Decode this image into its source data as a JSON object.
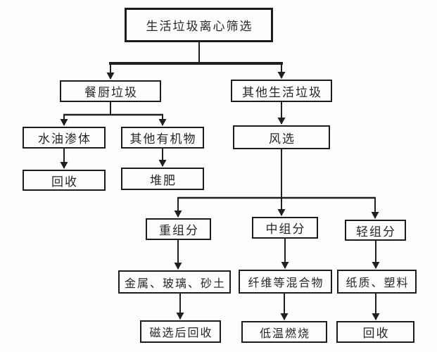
{
  "diagram": {
    "nodes": {
      "root": "生活垃圾离心筛选",
      "kitchen": "餐厨垃圾",
      "other_waste": "其他生活垃圾",
      "water_oil": "水油渗体",
      "other_organic": "其他有机物",
      "air_classify": "风选",
      "recycle_left": "回收",
      "compost": "堆肥",
      "heavy": "重组分",
      "medium": "中组分",
      "light": "轻组分",
      "metal_glass_sand": "金属、玻璃、砂土",
      "fiber_mixture": "纤维等混合物",
      "paper_plastic": "纸质、塑料",
      "magnetic_recycle": "磁选后回收",
      "low_temp_burn": "低温燃烧",
      "recycle_right": "回收"
    },
    "colors": {
      "line": "#1f1f1f",
      "border": "#1c1c1c",
      "text": "#262626",
      "background": "#fdfdfd"
    }
  }
}
